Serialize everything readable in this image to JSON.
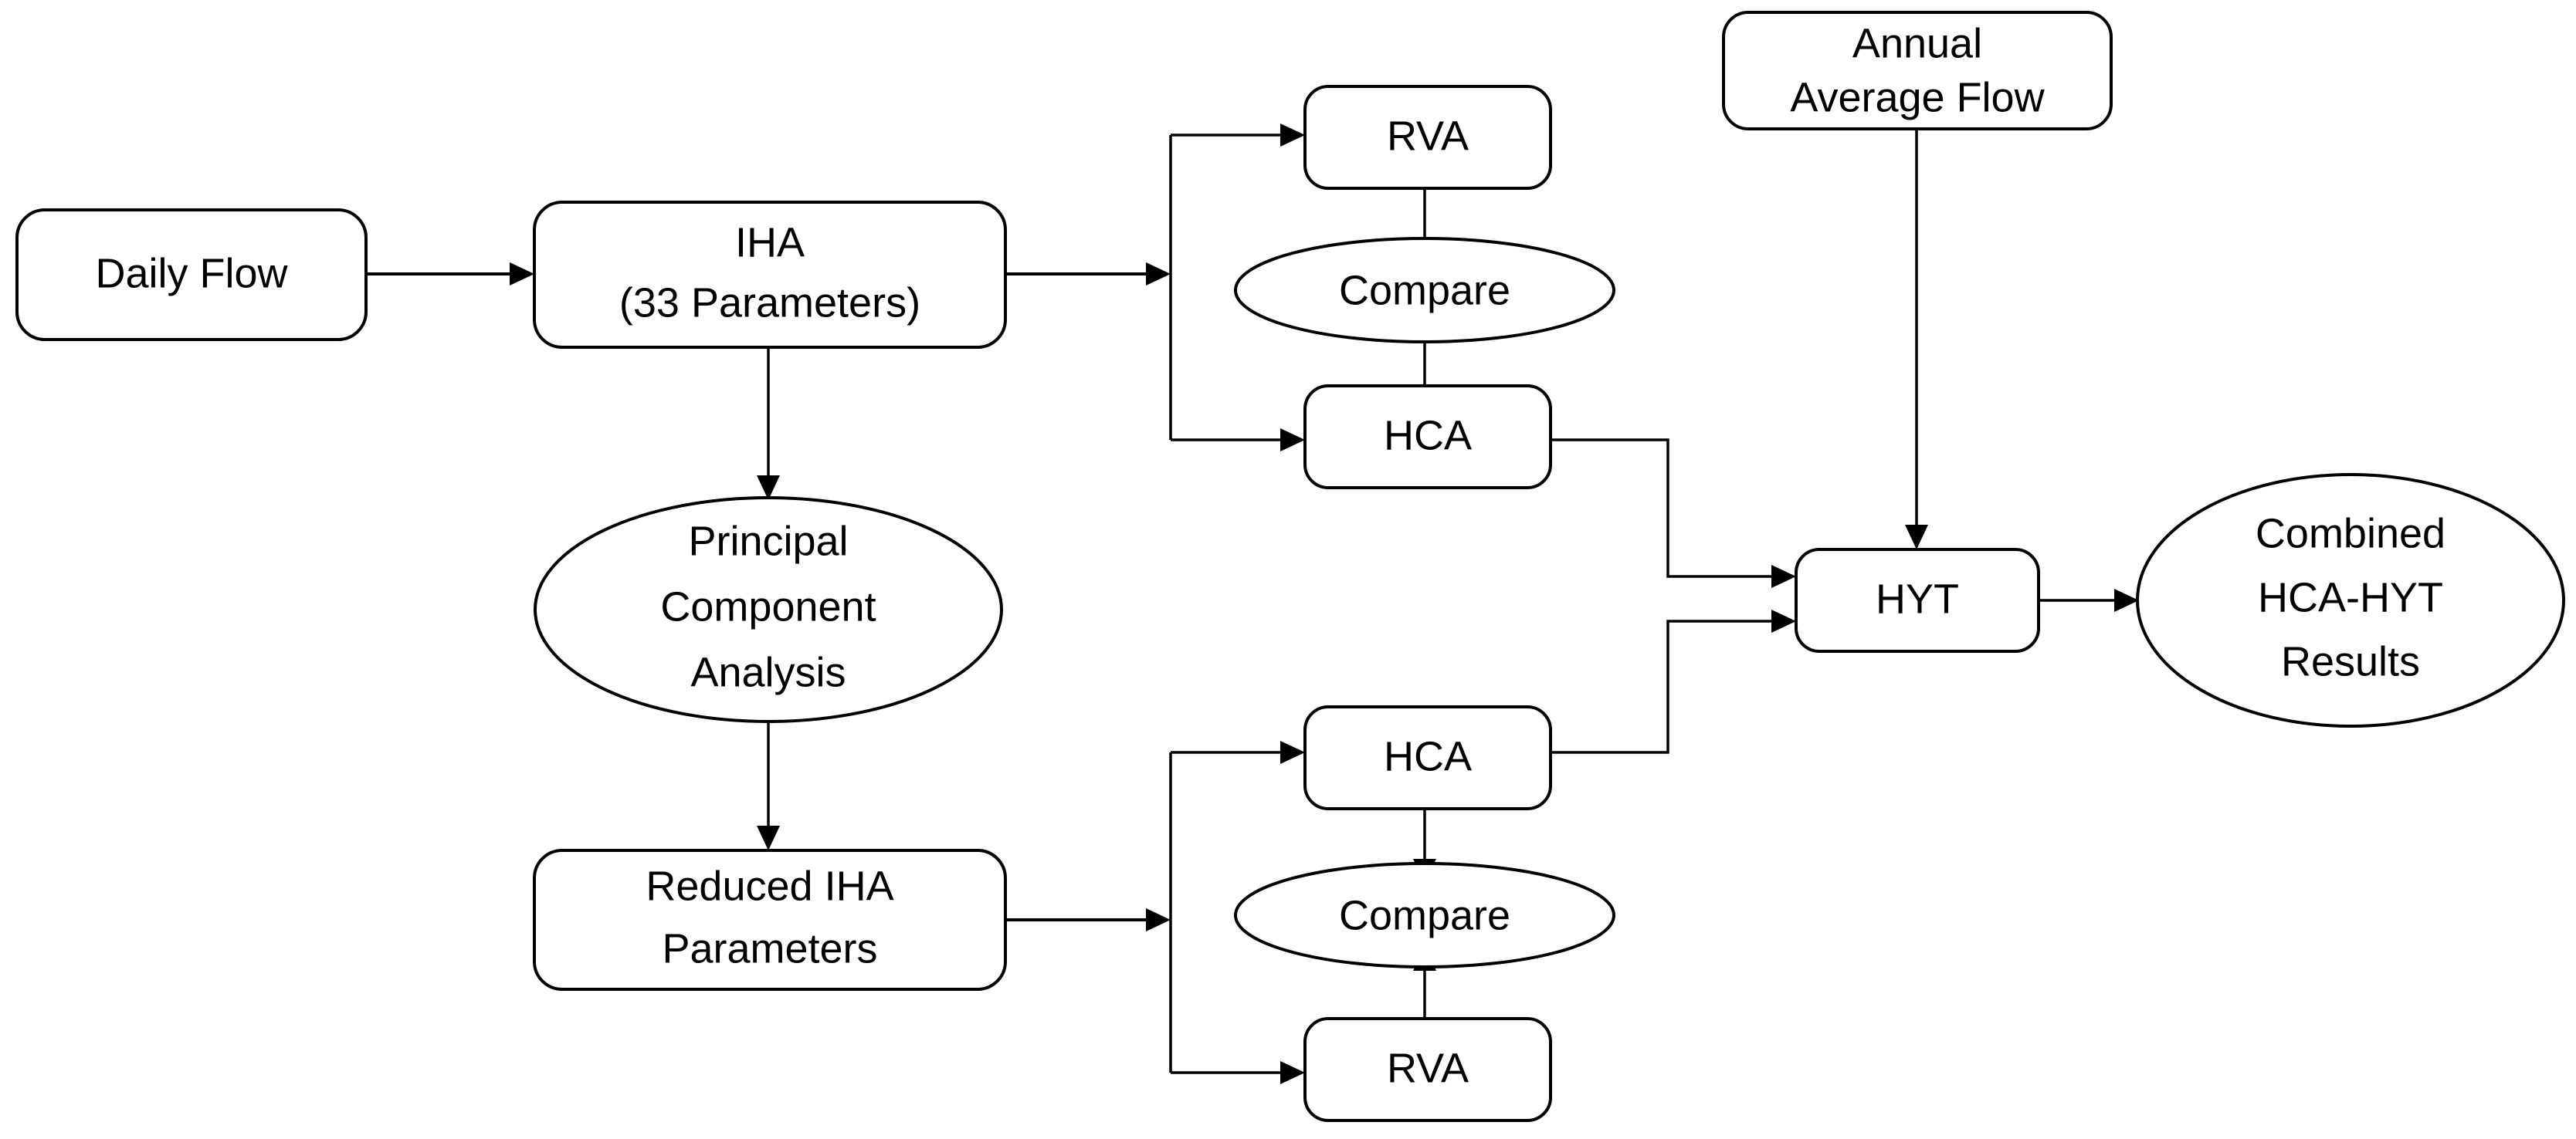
{
  "diagram": {
    "title": "IHA / RVA / HCA / HYT streamflow analysis workflow",
    "background_color": "#ffffff",
    "stroke_color": "#000000",
    "nodes": [
      {
        "id": "daily-flow",
        "shape": "rounded-rect",
        "label": "Daily Flow",
        "lines": [
          "Daily Flow"
        ]
      },
      {
        "id": "iha",
        "shape": "rounded-rect",
        "label": "IHA (33 Parameters)",
        "lines": [
          "IHA",
          "(33 Parameters)"
        ]
      },
      {
        "id": "rva-top",
        "shape": "rounded-rect",
        "label": "RVA",
        "lines": [
          "RVA"
        ]
      },
      {
        "id": "compare-top",
        "shape": "ellipse",
        "label": "Compare",
        "lines": [
          "Compare"
        ]
      },
      {
        "id": "hca-top",
        "shape": "rounded-rect",
        "label": "HCA",
        "lines": [
          "HCA"
        ]
      },
      {
        "id": "pca",
        "shape": "ellipse",
        "label": "Principal Component Analysis",
        "lines": [
          "Principal",
          "Component",
          "Analysis"
        ]
      },
      {
        "id": "reduced-iha",
        "shape": "rounded-rect",
        "label": "Reduced IHA Parameters",
        "lines": [
          "Reduced IHA",
          "Parameters"
        ]
      },
      {
        "id": "hca-bottom",
        "shape": "rounded-rect",
        "label": "HCA",
        "lines": [
          "HCA"
        ]
      },
      {
        "id": "compare-bottom",
        "shape": "ellipse",
        "label": "Compare",
        "lines": [
          "Compare"
        ]
      },
      {
        "id": "rva-bottom",
        "shape": "rounded-rect",
        "label": "RVA",
        "lines": [
          "RVA"
        ]
      },
      {
        "id": "annual-average-flow",
        "shape": "rounded-rect",
        "label": "Annual Average Flow",
        "lines": [
          "Annual",
          "Average Flow"
        ]
      },
      {
        "id": "hyt",
        "shape": "rounded-rect",
        "label": "HYT",
        "lines": [
          "HYT"
        ]
      },
      {
        "id": "combined-results",
        "shape": "ellipse",
        "label": "Combined HCA-HYT Results",
        "lines": [
          "Combined",
          "HCA-HYT",
          "Results"
        ]
      }
    ],
    "edges": [
      {
        "from": "daily-flow",
        "to": "iha"
      },
      {
        "from": "iha",
        "to": "rva-top"
      },
      {
        "from": "iha",
        "to": "hca-top"
      },
      {
        "from": "iha",
        "to": "pca"
      },
      {
        "from": "rva-top",
        "to": "compare-top"
      },
      {
        "from": "hca-top",
        "to": "compare-top"
      },
      {
        "from": "pca",
        "to": "reduced-iha"
      },
      {
        "from": "reduced-iha",
        "to": "hca-bottom"
      },
      {
        "from": "reduced-iha",
        "to": "rva-bottom"
      },
      {
        "from": "hca-bottom",
        "to": "compare-bottom"
      },
      {
        "from": "rva-bottom",
        "to": "compare-bottom"
      },
      {
        "from": "hca-top",
        "to": "hyt"
      },
      {
        "from": "hca-bottom",
        "to": "hyt"
      },
      {
        "from": "annual-average-flow",
        "to": "hyt"
      },
      {
        "from": "hyt",
        "to": "combined-results"
      }
    ]
  }
}
